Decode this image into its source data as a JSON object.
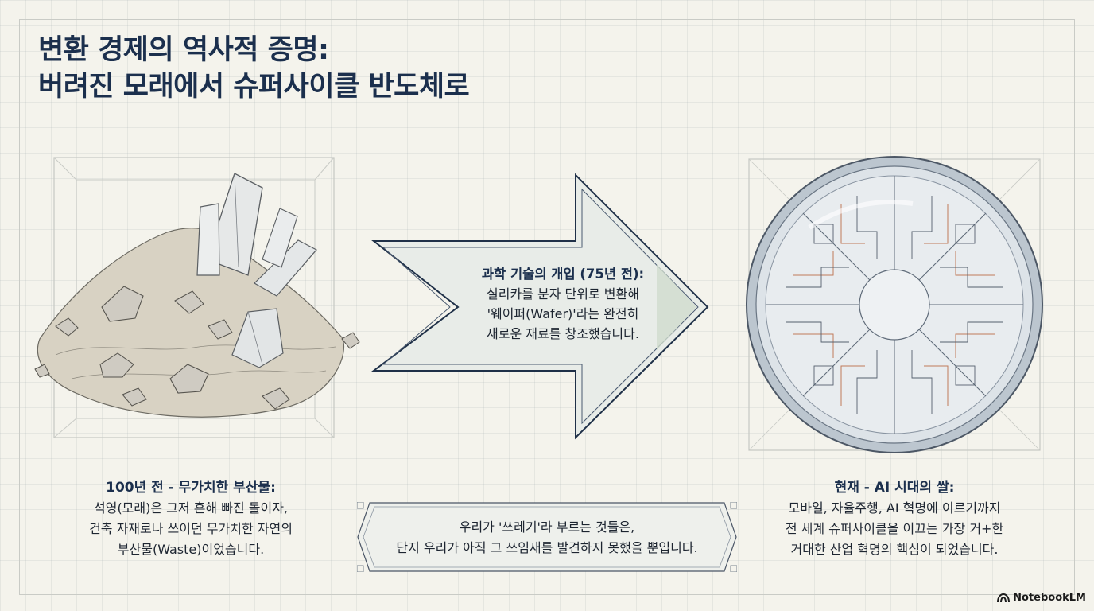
{
  "title": {
    "line1": "변환 경제의 역사적 증명:",
    "line2": "버려진 모래에서 슈퍼사이클 반도체로"
  },
  "left": {
    "heading": "100년 전 - 무가치한 부산물:",
    "lines": [
      "석영(모래)은 그저 흔해 빠진 돌이자,",
      "건축 자재로나 쓰이던 무가치한 자연의",
      "부산물(Waste)이었습니다."
    ]
  },
  "arrow": {
    "heading": "과학 기술의 개입 (75년 전):",
    "lines": [
      "실리카를 분자 단위로 변환해",
      "'웨이퍼(Wafer)'라는 완전히",
      "새로운 재료를 창조했습니다."
    ]
  },
  "right": {
    "heading": "현재 - AI 시대의 쌀:",
    "lines": [
      "모바일, 자율주행, AI 혁명에 이르기까지",
      "전 세계 슈퍼사이클을 이끄는 가장 거+한",
      "거대한 산업 혁명의 핵심이 되었습니다."
    ]
  },
  "quote": {
    "lines": [
      "우리가 '쓰레기'라 부르는 것들은,",
      "단지 우리가 아직 그 쓰임새를 발견하지 못했을 뿐입니다."
    ]
  },
  "brand": {
    "name": "NotebookLM",
    "icon": "notebooklm-logo-icon"
  },
  "colors": {
    "title": "#1b2f4d",
    "arrow_fill": "#e7ebe6",
    "arrow_accent": "#cfdccd",
    "wafer": "#c9d3dc",
    "copper": "#c07a5a"
  }
}
